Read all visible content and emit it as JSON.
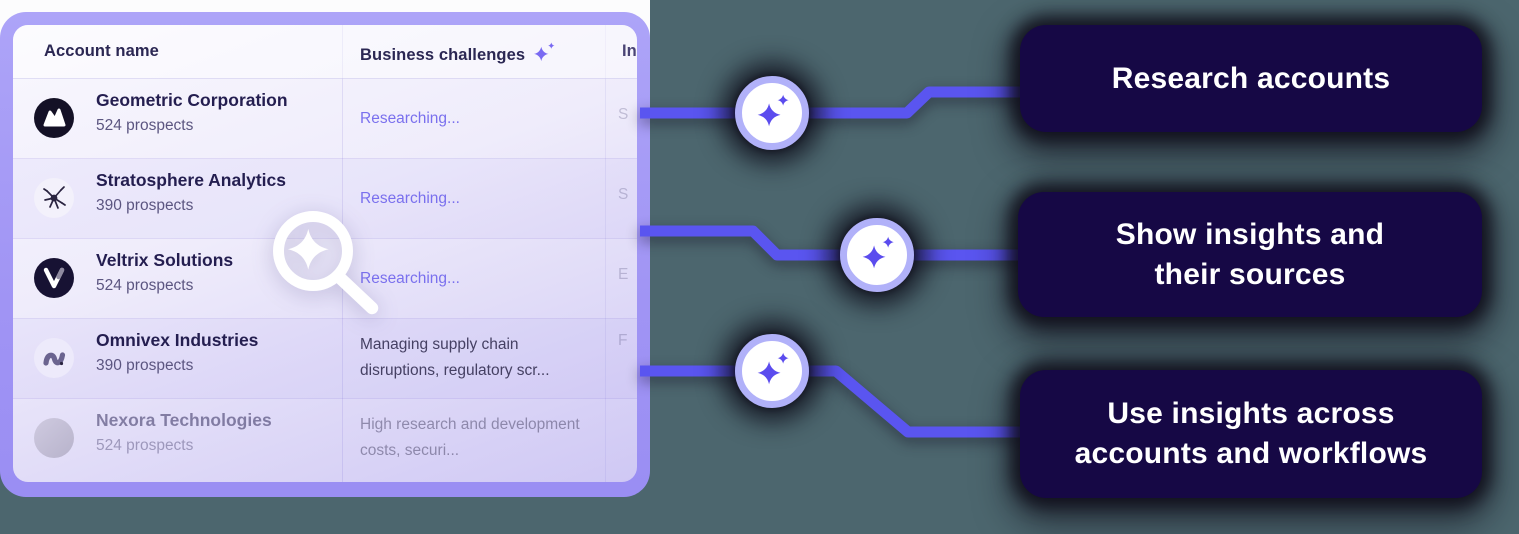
{
  "table": {
    "header": {
      "account_col": "Account name",
      "challenges_col": "Business challenges",
      "insights_col_partial": "In"
    },
    "rows": [
      {
        "name": "Geometric Corporation",
        "prospects": "524 prospects",
        "challenge": "Researching...",
        "state": "researching",
        "insight_partial": "S"
      },
      {
        "name": "Stratosphere Analytics",
        "prospects": "390 prospects",
        "challenge": "Researching...",
        "state": "researching",
        "insight_partial": "S"
      },
      {
        "name": "Veltrix Solutions",
        "prospects": "524 prospects",
        "challenge": "Researching...",
        "state": "researching",
        "insight_partial": "E"
      },
      {
        "name": "Omnivex Industries",
        "prospects": "390 prospects",
        "challenge": "Managing supply chain disruptions, regulatory scr...",
        "state": "done",
        "insight_partial": "F"
      },
      {
        "name": "Nexora Technologies",
        "prospects": "524 prospects",
        "challenge": "High research and development costs, securi...",
        "state": "done",
        "insight_partial": ""
      }
    ]
  },
  "callouts": [
    {
      "lines": [
        "Research accounts"
      ]
    },
    {
      "lines": [
        "Show insights and",
        "their sources"
      ]
    },
    {
      "lines": [
        "Use insights across",
        "accounts and workflows"
      ]
    }
  ],
  "colors": {
    "background": "#4c666e",
    "frame_purple": "#a79df6",
    "connector_line": "#5a55f0",
    "circle_ring": "#b1b1f9",
    "sparkle_purple": "#5b4cee",
    "header_sparkle": "#7a6af2",
    "callout_bg": "#160845",
    "callout_text": "#ffffff",
    "researching_text": "#7a70ee"
  }
}
